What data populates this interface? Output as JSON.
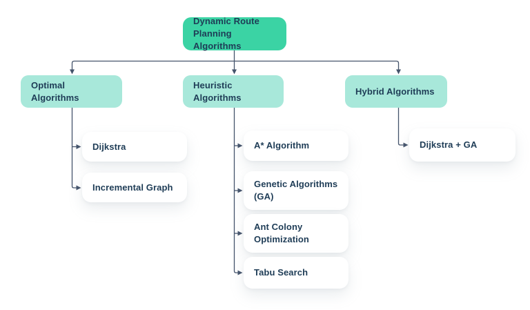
{
  "diagram": {
    "type": "flowchart-tree",
    "title": "Dynamic Route Planning Algorithms"
  },
  "tree": {
    "root": {
      "label": "Dynamic Route Planning Algorithms",
      "children": [
        {
          "label": "Optimal Algorithms",
          "children": [
            {
              "label": "Dijkstra"
            },
            {
              "label": "Incremental Graph"
            }
          ]
        },
        {
          "label": "Heuristic Algorithms",
          "children": [
            {
              "label": "A* Algorithm"
            },
            {
              "label": "Genetic Algorithms (GA)"
            },
            {
              "label": "Ant Colony Optimization"
            },
            {
              "label": "Tabu Search"
            }
          ]
        },
        {
          "label": "Hybrid Algorithms",
          "children": [
            {
              "label": "Dijkstra + GA"
            }
          ]
        }
      ]
    }
  },
  "colors": {
    "background": "#ffffff",
    "root_node_fill": "#3bd3a4",
    "branch_node_fill": "#a8e8da",
    "leaf_node_fill": "#ffffff",
    "node_text": "#1e3c56",
    "connector": "#44536b"
  }
}
